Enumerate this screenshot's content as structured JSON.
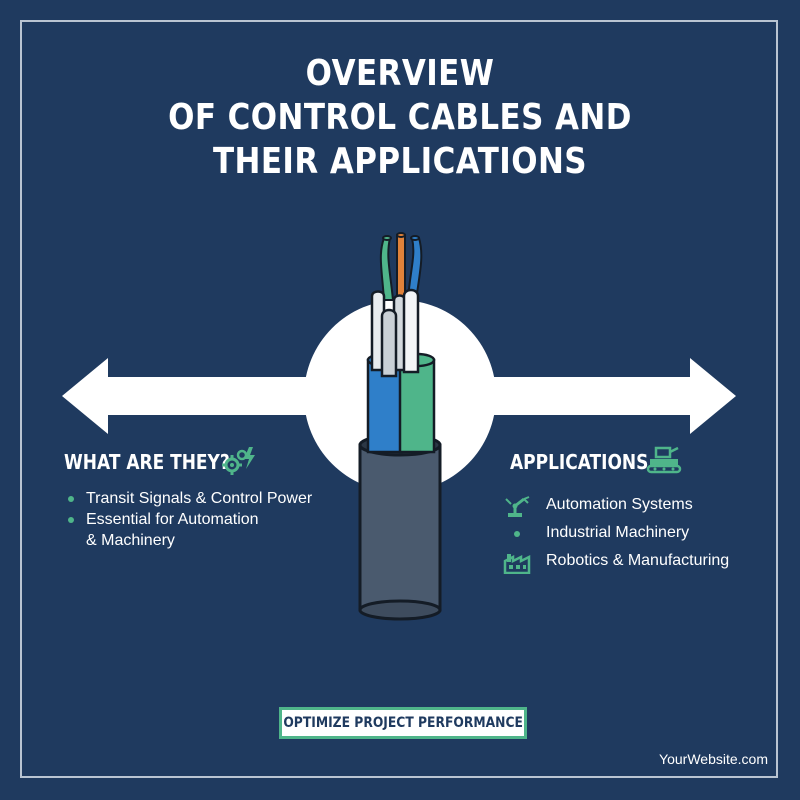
{
  "title": {
    "line1": "OVERVIEW",
    "line2": "OF CONTROL CABLES AND",
    "line3": "THEIR APPLICATIONS"
  },
  "colors": {
    "background": "#1f3a5f",
    "accent_green": "#4fb58a",
    "wire_blue": "#2f7fc9",
    "wire_orange": "#e0823a",
    "jacket": "#4a5a6e"
  },
  "left": {
    "heading": "WHAT ARE THEY?",
    "heading_icon": "gears-lightning-icon",
    "items": [
      "Transit Signals & Control Power",
      "Essential for Automation"
    ],
    "continuation": "& Machinery"
  },
  "right": {
    "heading": "APPLICATIONS",
    "heading_icon": "conveyor-robot-icon",
    "items": [
      {
        "label": "Automation Systems",
        "icon": "robot-arm-icon"
      },
      {
        "label": "Industrial Machinery",
        "icon": "bullet"
      },
      {
        "label": "Robotics & Manufacturing",
        "icon": "factory-icon"
      }
    ]
  },
  "cta": "OPTIMIZE PROJECT PERFORMANCE",
  "footer": "YourWebsite.com"
}
